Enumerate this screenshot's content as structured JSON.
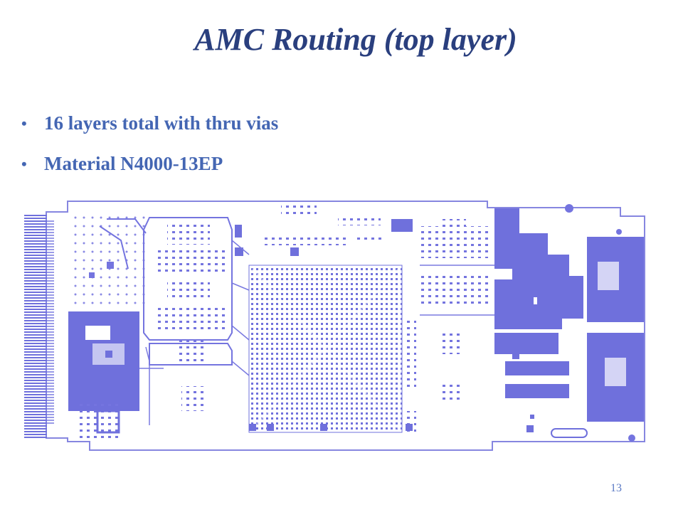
{
  "slide": {
    "title": "AMC Routing (top layer)",
    "bullets": [
      "16 layers total with thru vias",
      "Material N4000-13EP"
    ],
    "page_number": "13"
  },
  "image": {
    "subject": "pcb-top-layer-routing",
    "trace_color": "#7070dd"
  }
}
